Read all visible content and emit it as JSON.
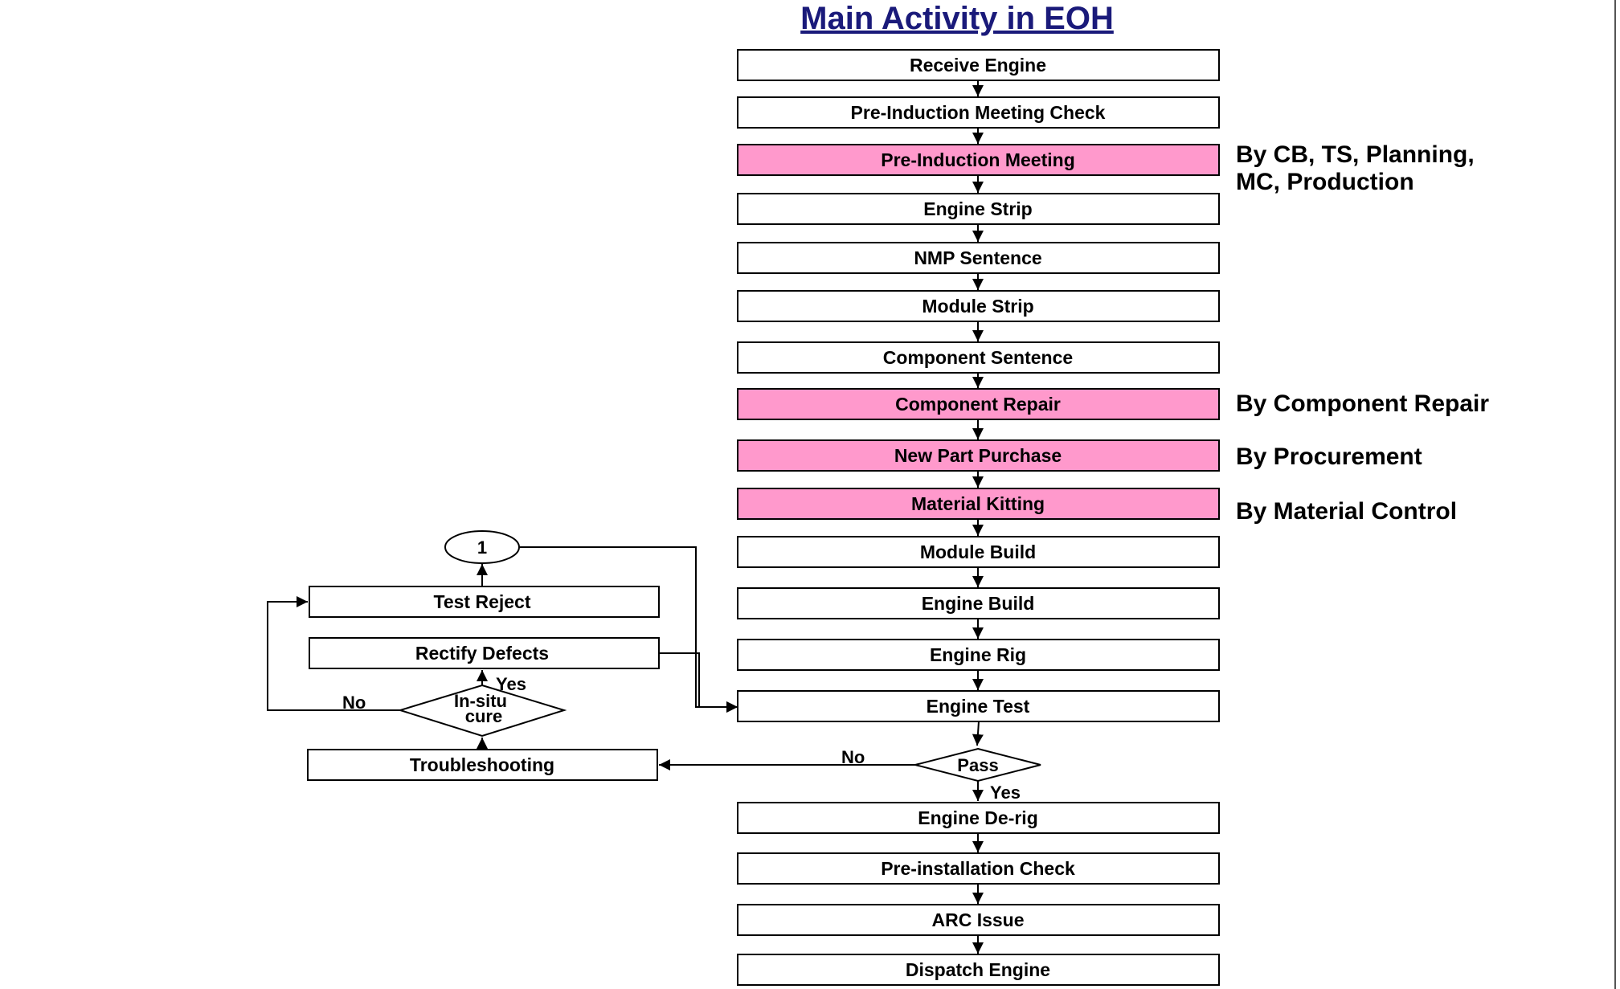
{
  "title": "Main Activity in EOH",
  "highlight_color": "#ff99cc",
  "main_steps": [
    {
      "label": "Receive Engine",
      "highlight": false
    },
    {
      "label": "Pre-Induction Meeting Check",
      "highlight": false
    },
    {
      "label": "Pre-Induction Meeting",
      "highlight": true
    },
    {
      "label": "Engine Strip",
      "highlight": false
    },
    {
      "label": "NMP Sentence",
      "highlight": false
    },
    {
      "label": "Module Strip",
      "highlight": false
    },
    {
      "label": "Component Sentence",
      "highlight": false
    },
    {
      "label": "Component Repair",
      "highlight": true
    },
    {
      "label": "New Part Purchase",
      "highlight": true
    },
    {
      "label": "Material Kitting",
      "highlight": true
    },
    {
      "label": "Module Build",
      "highlight": false
    },
    {
      "label": "Engine Build",
      "highlight": false
    },
    {
      "label": "Engine Rig",
      "highlight": false
    },
    {
      "label": "Engine Test",
      "highlight": false
    },
    {
      "label": "Engine De-rig",
      "highlight": false
    },
    {
      "label": "Pre-installation Check",
      "highlight": false
    },
    {
      "label": "ARC Issue",
      "highlight": false
    },
    {
      "label": "Dispatch Engine",
      "highlight": false
    }
  ],
  "annotations": {
    "pre_induction_line1": "By CB, TS, Planning,",
    "pre_induction_line2": "MC, Production",
    "component_repair": "By Component Repair",
    "procurement": "By Procurement",
    "material_control": "By Material Control"
  },
  "pass_decision": {
    "label": "Pass",
    "yes": "Yes",
    "no": "No"
  },
  "insitu_decision": {
    "line1": "In-situ",
    "line2": "cure",
    "yes": "Yes",
    "no": "No"
  },
  "side_steps": {
    "test_reject": "Test Reject",
    "rectify_defects": "Rectify Defects",
    "troubleshooting": "Troubleshooting"
  },
  "connector_label": "1"
}
